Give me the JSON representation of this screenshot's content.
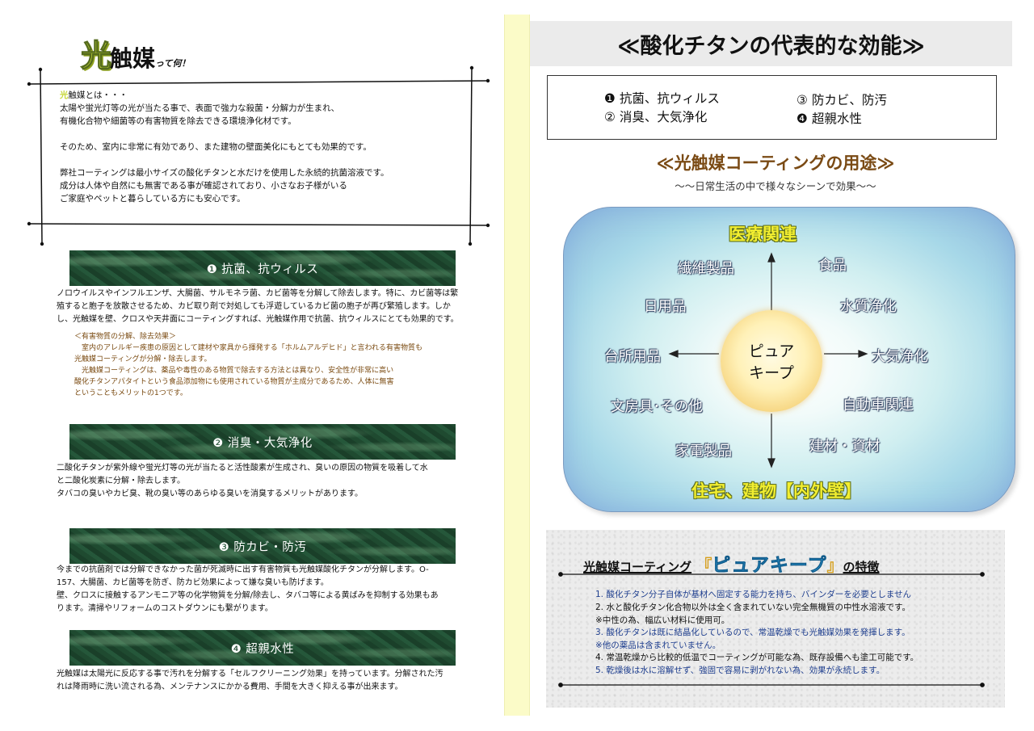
{
  "left": {
    "logo": {
      "big": "光",
      "mid": "触媒",
      "small": "って何！"
    },
    "intro": {
      "term_hl": "光",
      "term_rest": "触媒とは・・・",
      "lines": [
        "太陽や蛍光灯等の光が当たる事で、表面で強力な殺菌・分解力が生まれ、",
        "有機化合物や細菌等の有害物質を除去できる環境浄化材です。",
        "",
        "そのため、室内に非常に有効であり、また建物の壁面美化にもとても効果的です。",
        "",
        "弊社コーティングは最小サイズの酸化チタンと水だけを使用した永続的抗菌溶液です。",
        "成分は人体や自然にも無害である事が確認されており、小さなお子様がいる",
        "ご家庭やペットと暮らしている方にも安心です。"
      ]
    },
    "sections": [
      {
        "title": "❶ 抗菌、抗ウィルス",
        "body": [
          "ノロウイルスやインフルエンザ、大腸菌、サルモネラ菌、カビ菌等を分解して除去します。特に、カビ菌等は繁",
          "殖すると胞子を放散させるため、カビ取り剤で対処しても浮遊しているカビ菌の胞子が再び繁殖します。しか",
          "し、光触媒を壁、クロスや天井面にコーティングすれば、光触媒作用で抗菌、抗ウィルスにとても効果的です。"
        ],
        "sub": [
          "＜有害物質の分解、除去効果＞",
          "　室内のアレルギー疾患の原因として建材や家具から揮発する「ホルムアルデヒド」と言われる有害物質も",
          "光触媒コーティングが分解・除去します。",
          "　光触媒コーティングは、薬品や毒性のある物質で除去する方法とは異なり、安全性が非常に高い",
          "酸化チタンアパタイトという食品添加物にも使用されている物質が主成分であるため、人体に無害",
          "ということもメリットの1つです。"
        ]
      },
      {
        "title": "❷ 消臭・大気浄化",
        "body": [
          "二酸化チタンが紫外線や蛍光灯等の光が当たると活性酸素が生成され、臭いの原因の物質を吸着して水",
          "と二酸化炭素に分解・除去します。",
          "タバコの臭いやカビ臭、靴の臭い等のあらゆる臭いを消臭するメリットがあります。"
        ]
      },
      {
        "title": "❸ 防カビ・防汚",
        "body": [
          "今までの抗菌剤では分解できなかった菌が死滅時に出す有害物質も光触媒酸化チタンが分解します。O-",
          "157、大腸菌、カビ菌等を防ぎ、防カビ効果によって嫌な臭いも防げます。",
          "壁、クロスに接触するアンモニア等の化学物質を分解/除去し、タバコ等による黄ばみを抑制する効果もあ",
          "ります。清掃やリフォームのコストダウンにも繋がります。"
        ]
      },
      {
        "title": "❹ 超親水性",
        "body": [
          "光触媒は太陽光に反応する事で汚れを分解する「セルフクリーニング効果」を持っています。分解された汚",
          "れは降雨時に洗い流される為、メンテナンスにかかる費用、手間を大きく抑える事が出来ます。"
        ]
      }
    ]
  },
  "right": {
    "header": "≪酸化チタンの代表的な効能≫",
    "effects": [
      "❶ 抗菌、抗ウィルス",
      "② 消臭、大気浄化",
      "③ 防カビ、防汚",
      "❹ 超親水性"
    ],
    "usage_title": "≪光触媒コーティングの用途≫",
    "usage_subtitle": "～～日常生活の中で様々なシーンで効果～～",
    "usage": {
      "top": "医療関連",
      "bottom": "住宅、建物【内外壁】",
      "center": [
        "ピュア",
        "キープ"
      ],
      "items": [
        "繊維製品",
        "食品",
        "日用品",
        "水質浄化",
        "台所用品",
        "大気浄化",
        "文房具･その他",
        "自動車関連",
        "家電製品",
        "建材・資材"
      ]
    },
    "features": {
      "title_pre": "光触媒コーティング",
      "bracket_open": "『",
      "product": "ピュアキープ",
      "bracket_close": "』",
      "title_post": "の特徴",
      "lines": [
        {
          "text": "1. 酸化チタン分子自体が基材へ固定する能力を持ち、バインダーを必要としません",
          "color": "#1f3f8f"
        },
        {
          "text": "2. 水と酸化チタン化合物以外は全く含まれていない完全無機質の中性水溶液です。",
          "color": "#111111"
        },
        {
          "text": "※中性の為、幅広い材料に使用可。",
          "color": "#111111"
        },
        {
          "text": "3. 酸化チタンは既に結晶化しているので、常温乾燥でも光触媒効果を発揮します。",
          "color": "#1f3f8f"
        },
        {
          "text": "※他の薬品は含まれていません。",
          "color": "#1f3f8f"
        },
        {
          "text": "4. 常温乾燥から比較的低温でコーティングが可能な為、既存設備へも塗工可能です。",
          "color": "#111111"
        },
        {
          "text": "5. 乾燥後は水に溶解せず、強固で容易に剥がれない為、効果が永続します。",
          "color": "#1f3f8f"
        }
      ]
    }
  }
}
